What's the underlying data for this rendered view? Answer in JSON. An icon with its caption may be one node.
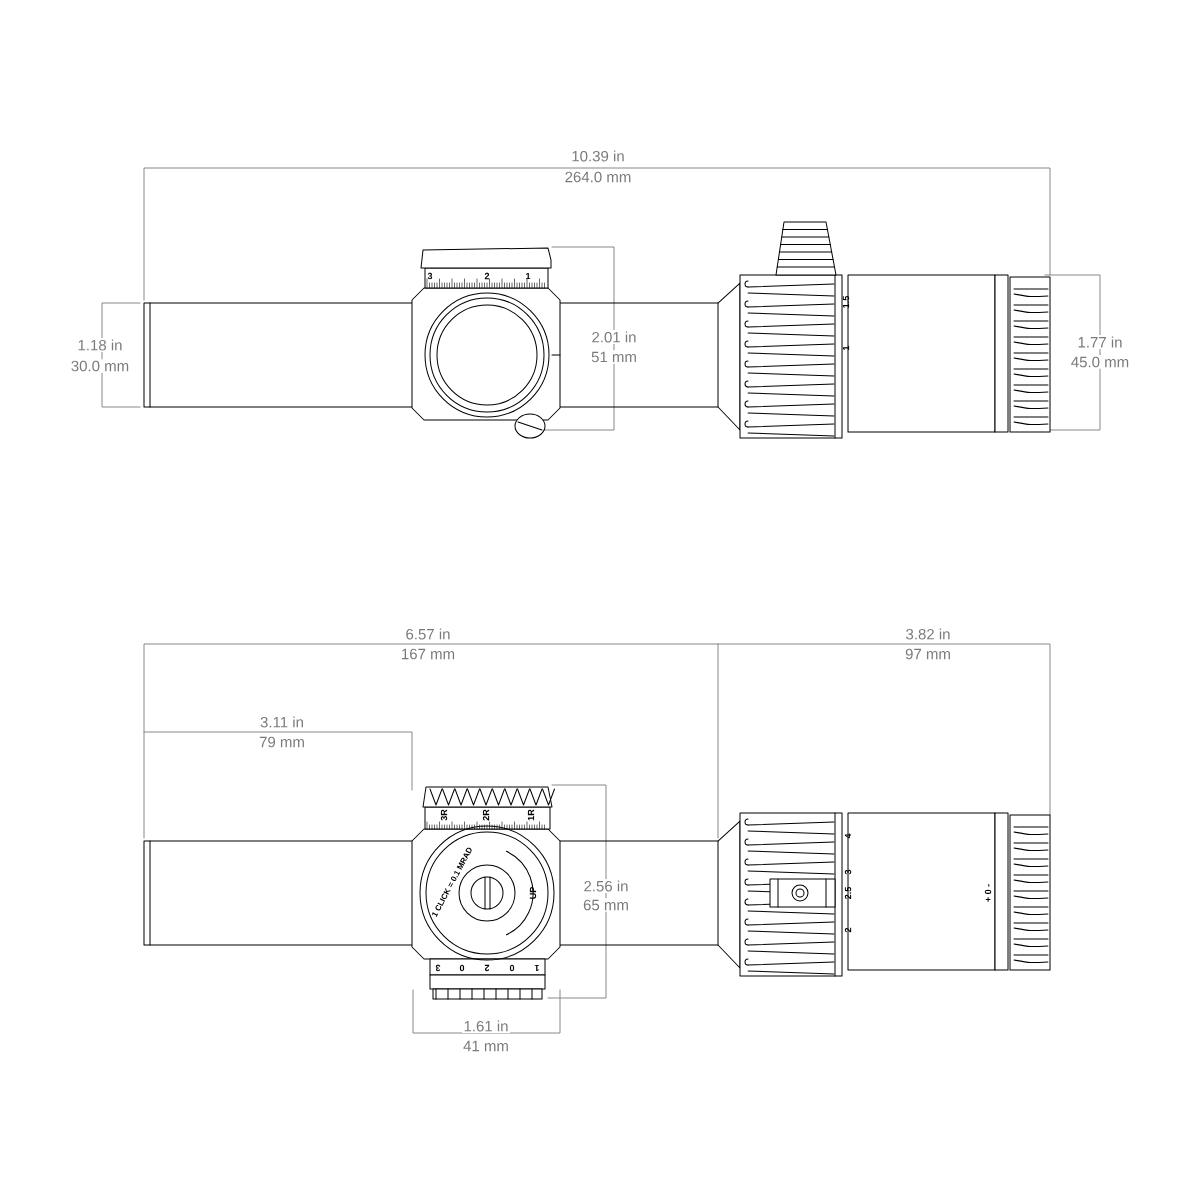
{
  "diagram": {
    "labels": [
      "10.39 in",
      "264.0 mm",
      "3",
      "2",
      "1",
      "1.5",
      "1",
      "1.18 in",
      "30.0 mm",
      "2.01 in",
      "51 mm",
      "1.77 in",
      "45.0 mm",
      "6.57 in",
      "167 mm",
      "3.82 in",
      "97 mm",
      "3.11 in",
      "79 mm",
      "3R",
      "2R",
      "1R",
      "1 CLICK = 0.1 MRAD",
      "UP",
      "4",
      "3",
      "2.5",
      "2",
      "+ 0 -",
      "2.56 in",
      "65 mm",
      "3",
      "0",
      "2",
      "0",
      "1",
      "1.61 in",
      "41 mm"
    ]
  }
}
